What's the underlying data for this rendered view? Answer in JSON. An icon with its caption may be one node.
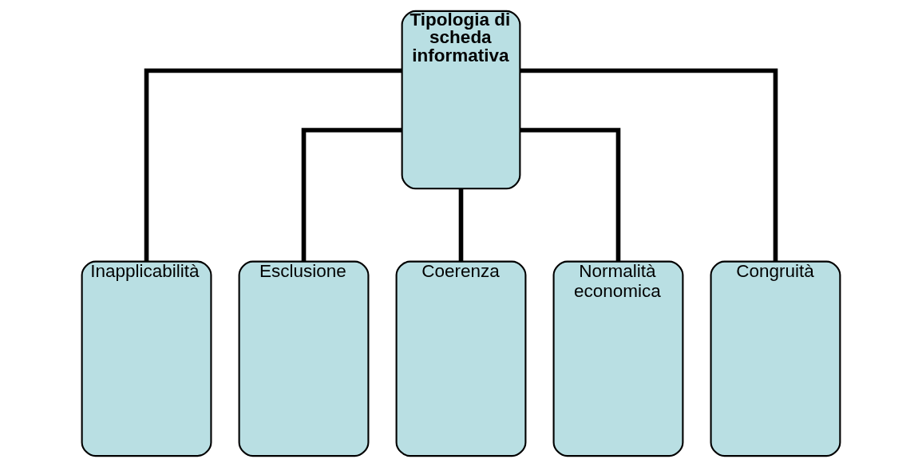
{
  "diagram": {
    "nodes": [
      {
        "text": [
          "Tipologia di scheda informativa"
        ]
      },
      {
        "text": [
          "Inapplicabilità"
        ]
      },
      {
        "text": [
          "Esclusione"
        ]
      },
      {
        "text": [
          "Coerenza"
        ]
      },
      {
        "text": [
          "Normalità economica"
        ]
      },
      {
        "text": [
          "Congruità"
        ]
      }
    ],
    "edges": [
      {
        "from": 0,
        "to": 1,
        "arrow": "none"
      },
      {
        "from": 0,
        "to": 2,
        "arrow": "none"
      },
      {
        "from": 0,
        "to": 3,
        "arrow": "none"
      },
      {
        "from": 0,
        "to": 4,
        "arrow": "none"
      },
      {
        "from": 0,
        "to": 5,
        "arrow": "none"
      }
    ]
  }
}
